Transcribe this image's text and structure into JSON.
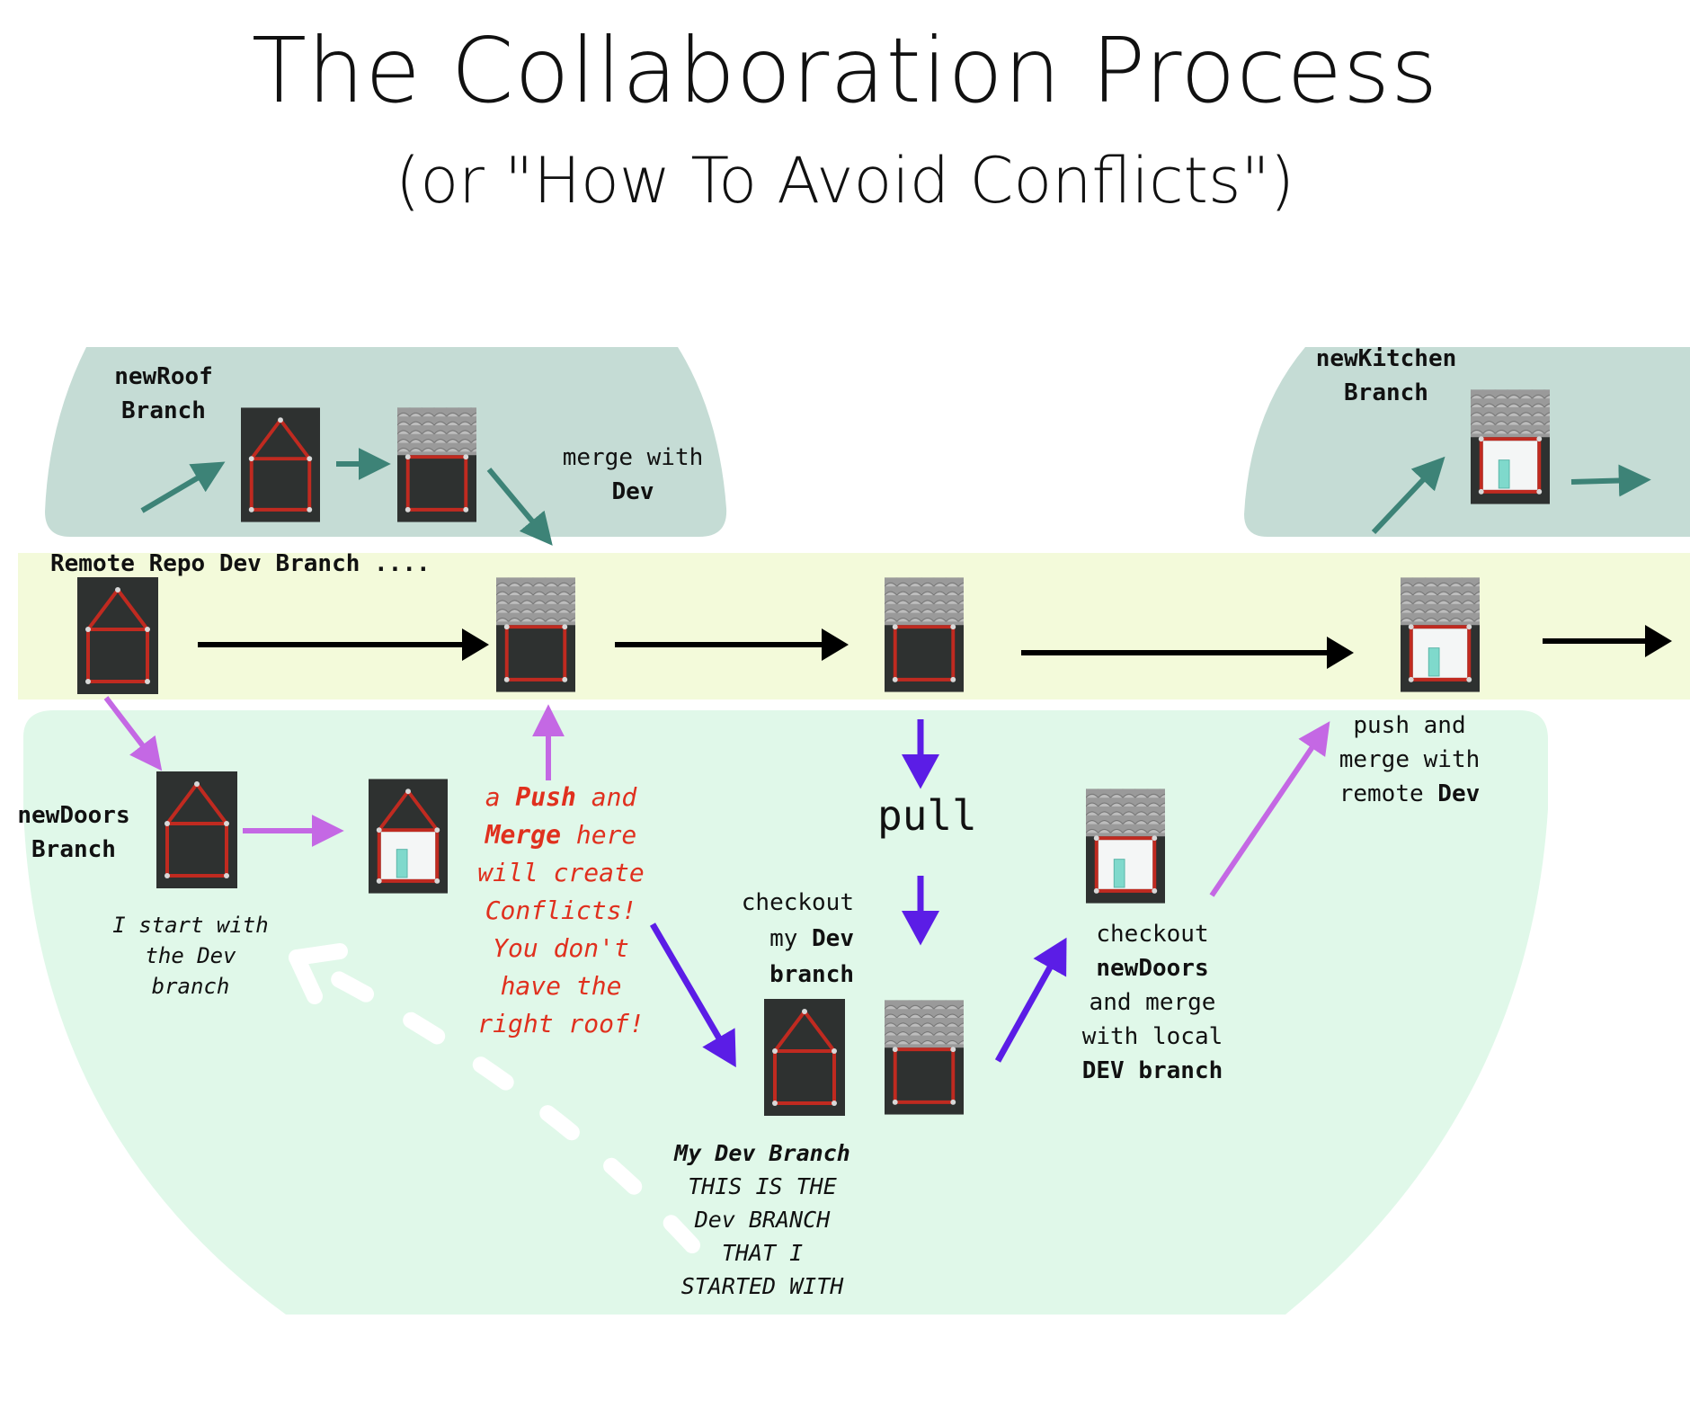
{
  "title": "The Collaboration Process",
  "subtitle": "(or \"How To Avoid Conflicts\")",
  "labels": {
    "new_roof_1": "newRoof",
    "new_roof_2": "Branch",
    "merge_dev_1": "merge with",
    "merge_dev_2": "Dev",
    "new_kitchen_1": "newKitchen",
    "new_kitchen_2": "Branch",
    "remote_repo": "Remote Repo Dev Branch ....",
    "new_doors_1": "newDoors",
    "new_doors_2": "Branch",
    "start_1": "I start with",
    "start_2": "the Dev",
    "start_3": "branch",
    "conflict_a": "a ",
    "conflict_push": "Push",
    "conflict_and": " and",
    "conflict_merge": "Merge",
    "conflict_here": " here",
    "conflict_3": "will create",
    "conflict_4": "Conflicts!",
    "conflict_5": "You don't",
    "conflict_6": "have the",
    "conflict_7": "right roof!",
    "pull": "pull",
    "checkout_1": "checkout",
    "checkout_2a": "my ",
    "checkout_2b": "Dev",
    "checkout_3": "branch",
    "mydev_1": "My Dev Branch",
    "mydev_2": "THIS IS THE",
    "mydev_3": "Dev BRANCH",
    "mydev_4": "THAT I",
    "mydev_5": "STARTED WITH",
    "co_doors_1": "checkout",
    "co_doors_2": "newDoors",
    "co_doors_3": "and merge",
    "co_doors_4": "with local",
    "co_doors_5": "DEV branch",
    "push_1": "push and",
    "push_2": "merge with",
    "push_3a": "remote ",
    "push_3b": "Dev"
  },
  "colors": {
    "feature_band": "#c5dcd5",
    "remote_band": "#f3fada",
    "local_band": "#e0f8e9",
    "teal_arrow": "#3d8377",
    "black_arrow": "#000000",
    "pink_arrow": "#c468e4",
    "purple_arrow": "#5b1de6",
    "conflict_text": "#e0301e",
    "tile_bg": "#2e3130",
    "stick_red": "#c02a20",
    "roof_gray": "#8a8a8a",
    "door_teal": "#7fd9cc"
  }
}
